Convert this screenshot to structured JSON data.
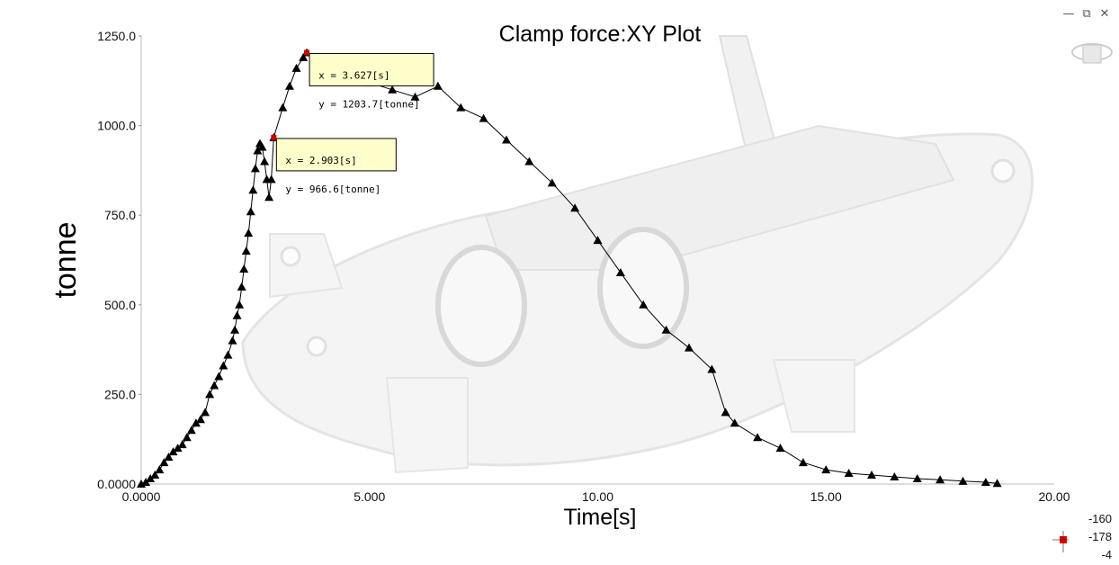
{
  "window": {
    "minimize_icon": "minimize-icon",
    "restore_icon": "restore-icon",
    "close_icon": "close-icon"
  },
  "orientation": {
    "values": [
      "-160",
      "-178",
      "-4"
    ]
  },
  "chart_data": {
    "type": "scatter",
    "title": "Clamp force:XY Plot",
    "xlabel": "Time[s]",
    "ylabel": "tonne",
    "xlim": [
      0,
      20
    ],
    "ylim": [
      0,
      1250
    ],
    "x_ticks": [
      "0.0000",
      "5.000",
      "10.00",
      "15.00",
      "20.00"
    ],
    "y_ticks": [
      "0.0000",
      "250.0",
      "500.0",
      "750.0",
      "1000.0",
      "1250.0"
    ],
    "grid": false,
    "marker": "triangle",
    "colors": {
      "marker": "#000000",
      "line": "#000000",
      "tooltip_bg": "#ffffcc",
      "highlight": "#cc0000"
    },
    "series": [
      {
        "x": [
          0.0,
          0.1,
          0.2,
          0.3,
          0.4,
          0.5,
          0.6,
          0.7,
          0.8,
          0.9,
          1.0,
          1.1,
          1.2,
          1.3,
          1.4,
          1.5,
          1.6,
          1.7,
          1.8,
          1.9,
          2.0,
          2.05,
          2.1,
          2.15,
          2.2,
          2.25,
          2.3,
          2.35,
          2.4,
          2.45,
          2.5,
          2.55,
          2.6,
          2.65,
          2.7,
          2.75,
          2.8,
          2.85,
          2.903,
          3.1,
          3.25,
          3.4,
          3.55,
          3.627,
          4.0,
          4.5,
          5.0,
          5.5,
          6.0,
          6.5,
          7.0,
          7.5,
          8.0,
          8.5,
          9.0,
          9.5,
          10.0,
          10.5,
          11.0,
          11.5,
          12.0,
          12.5,
          12.8,
          13.0,
          13.5,
          14.0,
          14.5,
          15.0,
          15.5,
          16.0,
          16.5,
          17.0,
          17.5,
          18.0,
          18.5,
          18.75
        ],
        "y": [
          0,
          5,
          15,
          25,
          40,
          60,
          75,
          90,
          100,
          110,
          130,
          150,
          170,
          180,
          200,
          250,
          275,
          300,
          330,
          360,
          400,
          430,
          470,
          500,
          550,
          600,
          650,
          700,
          760,
          820,
          880,
          930,
          950,
          940,
          900,
          850,
          800,
          850,
          966.6,
          1050,
          1110,
          1160,
          1190,
          1203.7,
          1180,
          1150,
          1120,
          1100,
          1080,
          1110,
          1050,
          1020,
          960,
          900,
          840,
          770,
          680,
          590,
          500,
          430,
          380,
          320,
          200,
          170,
          130,
          100,
          60,
          40,
          30,
          25,
          20,
          15,
          12,
          8,
          5,
          2
        ]
      }
    ],
    "annotations": [
      {
        "x_text": "x = 3.627[s]",
        "y_text": "y = 1203.7[tonne]"
      },
      {
        "x_text": "x = 2.903[s]",
        "y_text": "y = 966.6[tonne]"
      }
    ]
  }
}
